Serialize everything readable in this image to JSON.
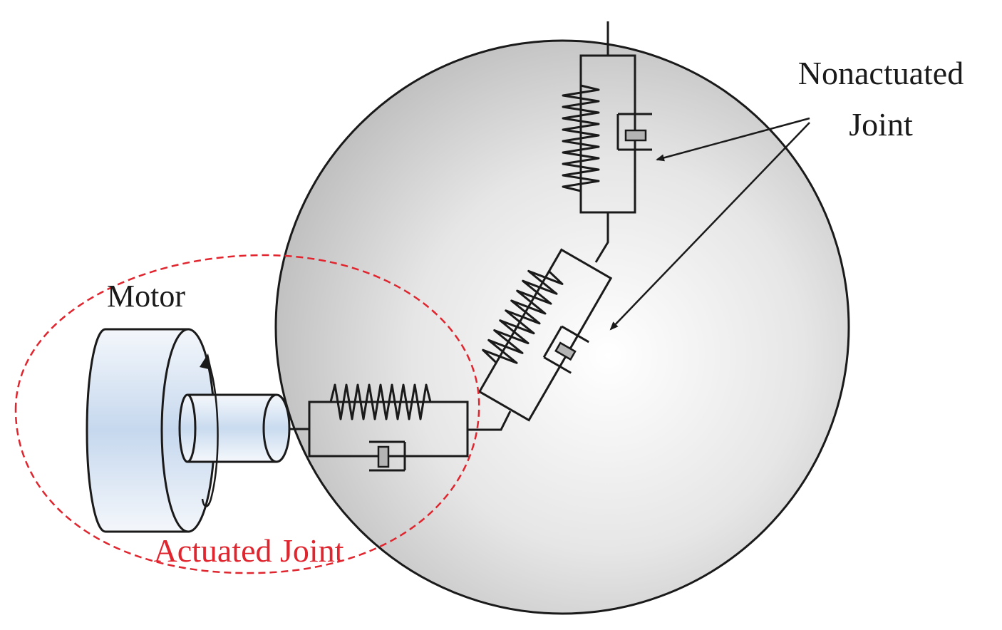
{
  "labels": {
    "nonactuated_line1": "Nonactuated",
    "nonactuated_line2": "Joint",
    "motor": "Motor",
    "actuated": "Actuated Joint"
  },
  "colors": {
    "outline": "#1a1a1a",
    "actuated_accent": "#e0252e",
    "sphere_light": "#ffffff",
    "sphere_dark": "#bfbfbf",
    "motor_blue": "#c3d6ec"
  }
}
